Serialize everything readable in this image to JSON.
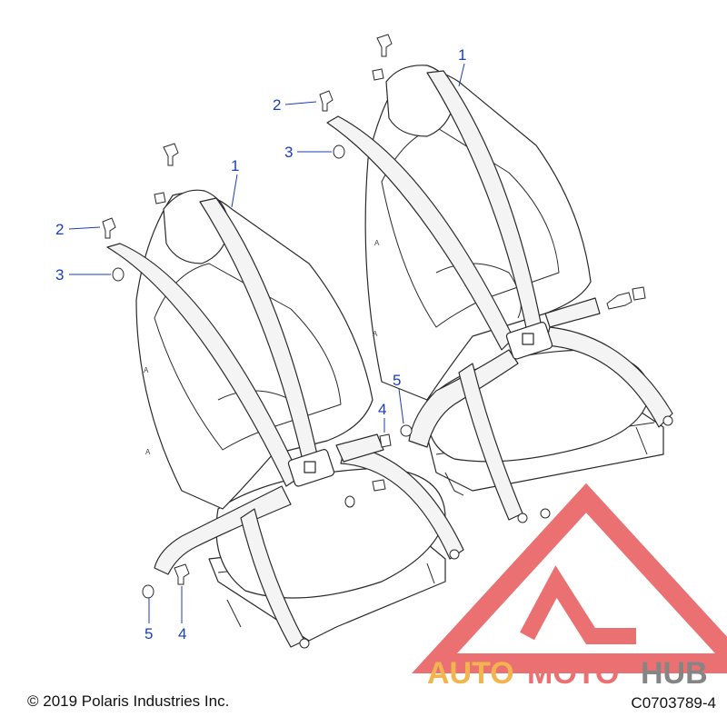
{
  "callouts": [
    {
      "label": "1"
    },
    {
      "label": "2"
    },
    {
      "label": "3"
    },
    {
      "label": "1"
    },
    {
      "label": "2"
    },
    {
      "label": "3"
    },
    {
      "label": "4"
    },
    {
      "label": "5"
    },
    {
      "label": "4"
    },
    {
      "label": "5"
    }
  ],
  "footer": {
    "copyright": "© 2019 Polaris Industries Inc.",
    "drawing_id": "C0703789-4"
  },
  "watermark": {
    "auto": "AUTO",
    "moto": "MOTO",
    "hub": "HUB",
    "colors": {
      "triangle": "#e8585a",
      "auto": "#f0a830",
      "hub": "#707070"
    }
  }
}
